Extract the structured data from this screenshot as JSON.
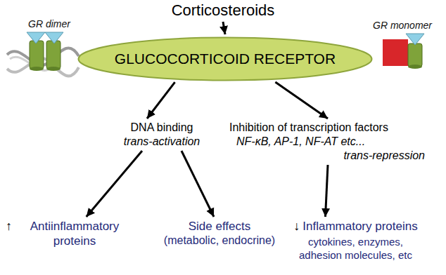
{
  "diagram": {
    "nodes": [
      {
        "text": [
          "Corticosteroids"
        ]
      },
      {
        "text": [
          "GLUCOCORTICOID RECEPTOR"
        ]
      },
      {
        "text": [
          "DNA binding",
          "trans-activation"
        ]
      },
      {
        "text": [
          "Inhibition of transcription factors",
          "NF-κB, AP-1, NF-AT etc...",
          "trans-repression"
        ]
      },
      {
        "text": [
          "↑",
          "Antiinflammatory proteins"
        ]
      },
      {
        "text": [
          "Side effects",
          "(metabolic, endocrine)"
        ]
      },
      {
        "text": [
          "↓",
          "Inflammatory proteins",
          "cytokines, enzymes, adhesion molecules, etc"
        ]
      }
    ],
    "edges": [
      {
        "from": 0,
        "to": 1,
        "arrow": "to"
      },
      {
        "from": 1,
        "to": 2,
        "arrow": "to"
      },
      {
        "from": 1,
        "to": 3,
        "arrow": "to"
      },
      {
        "from": 2,
        "to": 4,
        "arrow": "to"
      },
      {
        "from": 2,
        "to": 5,
        "arrow": "to"
      },
      {
        "from": 3,
        "to": 6,
        "arrow": "to"
      }
    ],
    "labels": [
      "GR dimer",
      "GR monomer"
    ]
  }
}
